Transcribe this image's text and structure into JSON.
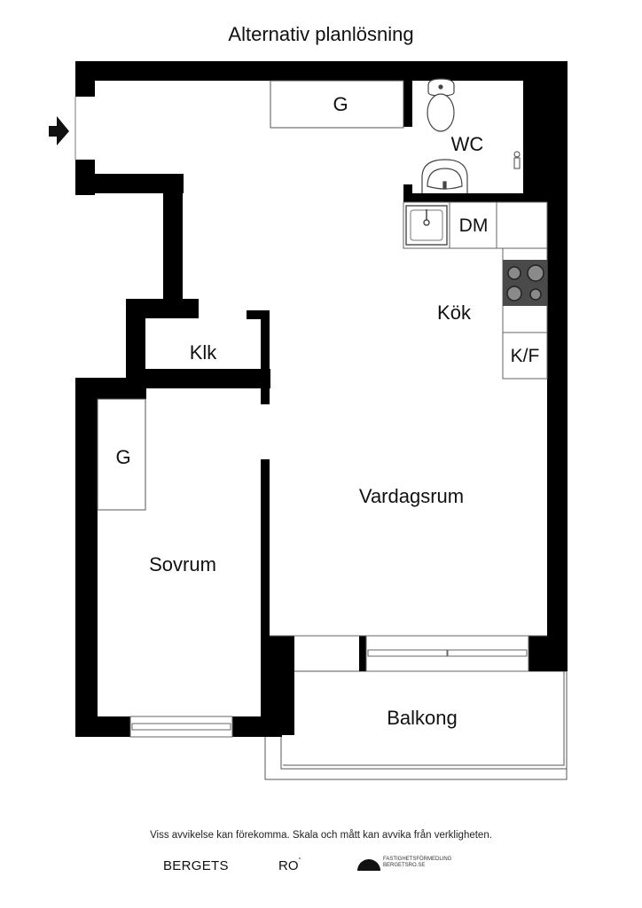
{
  "header": {
    "title": "Alternativ planlösning"
  },
  "rooms": {
    "wardrobe_hall": "G",
    "wc": "WC",
    "dishwasher": "DM",
    "kitchen": "Kök",
    "fridge_freezer": "K/F",
    "closet": "Klk",
    "wardrobe_bedroom": "G",
    "living_room": "Vardagsrum",
    "bedroom": "Sovrum",
    "balcony": "Balkong"
  },
  "icons": {
    "entrance": "entrance-arrow-icon",
    "toilet": "toilet-icon",
    "washbasin": "washbasin-icon",
    "tap": "tap-icon",
    "sink": "kitchen-sink-icon",
    "stove": "stove-icon"
  },
  "colors": {
    "wall": "#000000",
    "fixture_line": "#555555",
    "stove": "#4a4a4a",
    "burner": "#8a8a8a"
  },
  "footer": {
    "disclaimer": "Viss avvikelse kan förekomma. Skala och mått kan avvika från verkligheten.",
    "brand_left": "BERGETS",
    "brand_right": "RO",
    "brand_mark": "°",
    "brand_sub_line1": "FASTIGHETSFÖRMEDLING",
    "brand_sub_line2": "BERGETSRO.SE"
  }
}
